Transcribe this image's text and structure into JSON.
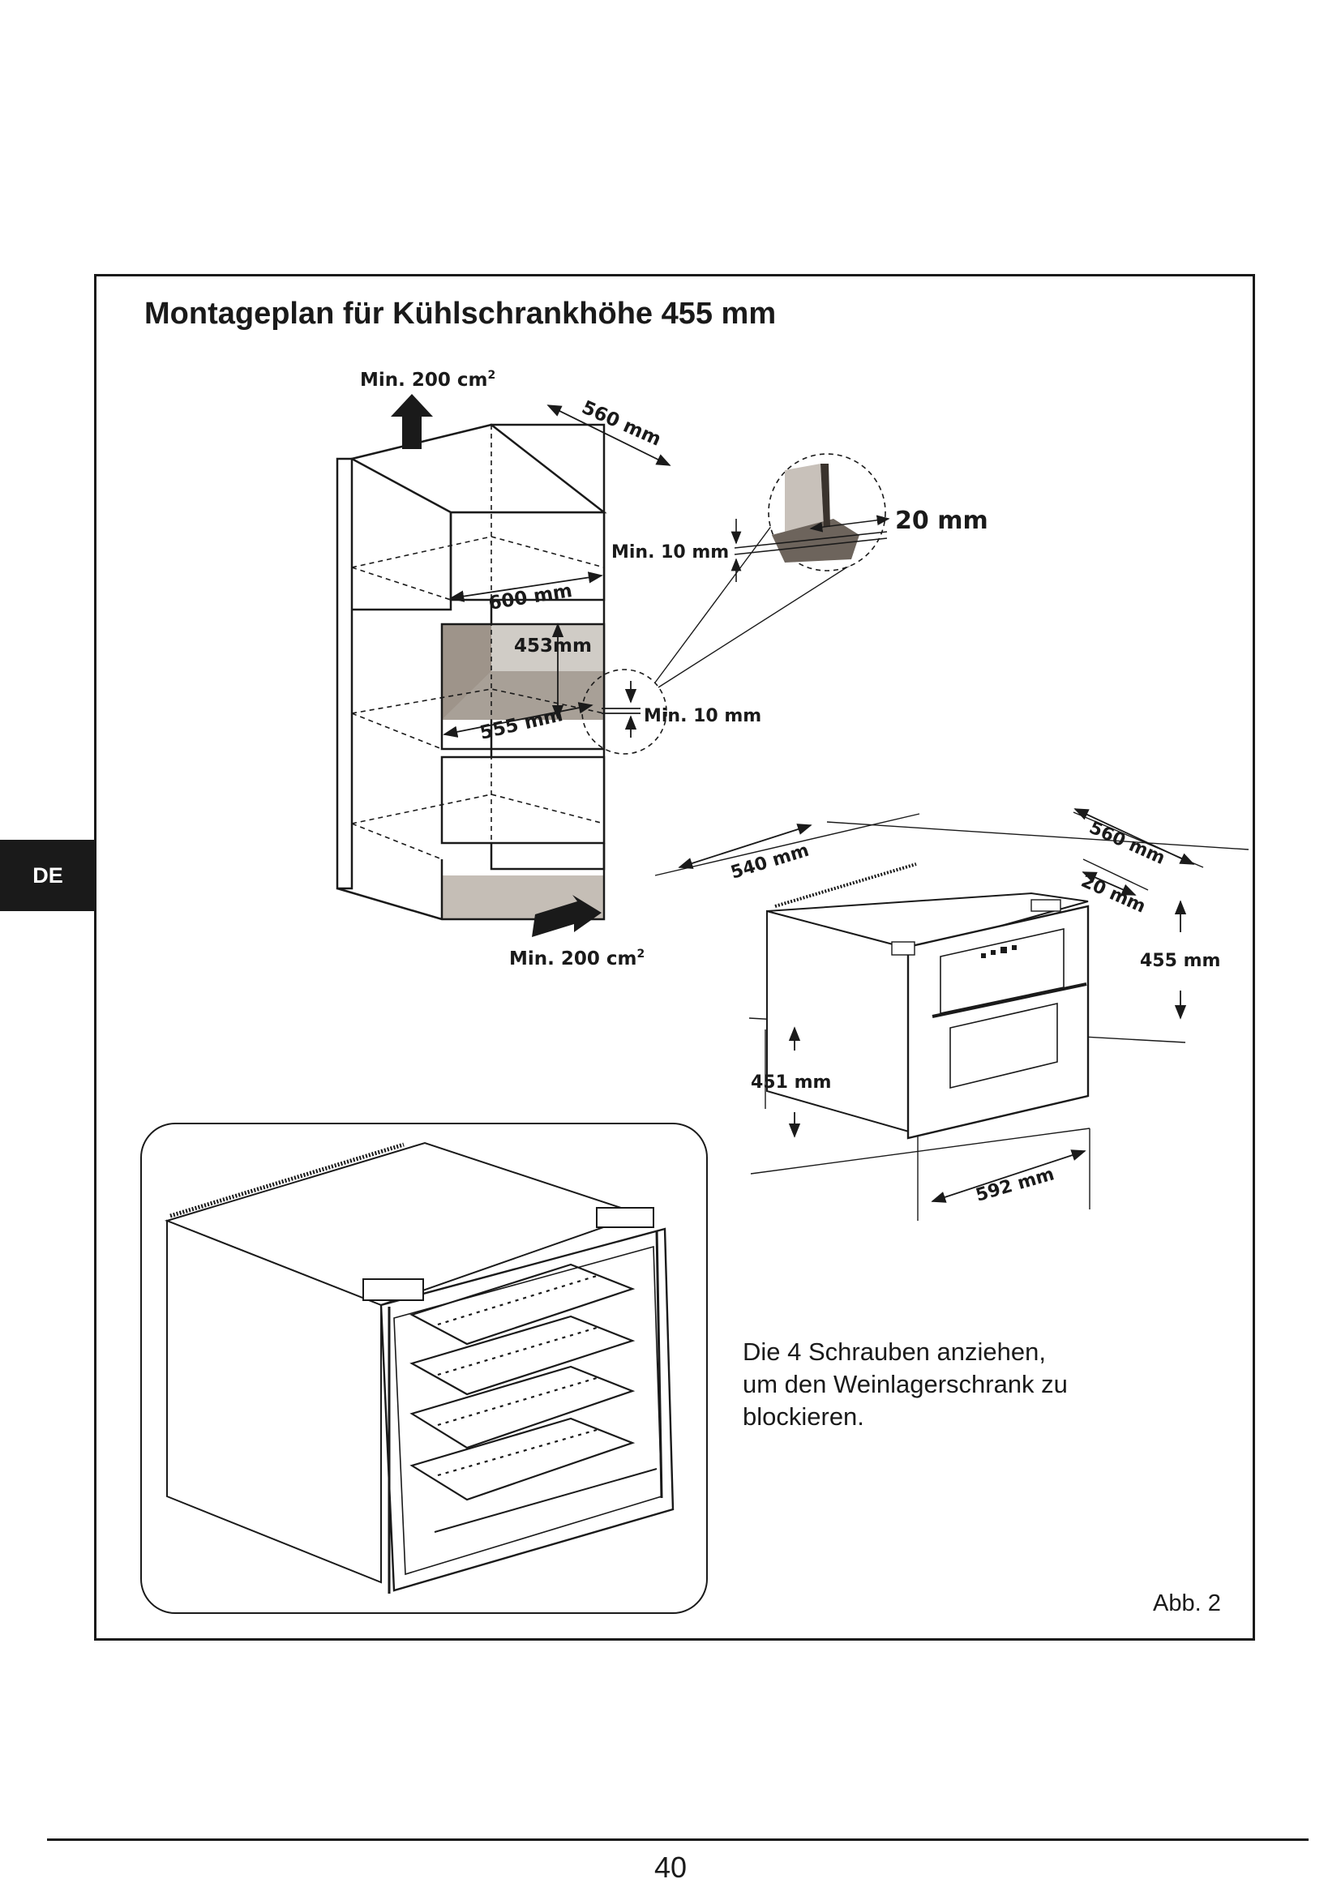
{
  "page": {
    "title": "Montageplan für Kühlschrankhöhe 455 mm",
    "language_tab": "DE",
    "figure_label": "Abb. 2",
    "page_number": "40"
  },
  "diagram": {
    "vent_top": "Min. 200 cm",
    "vent_bottom": "Min. 200 cm",
    "vent_superscript": "2",
    "niche_depth": "560 mm",
    "niche_width": "600 mm",
    "niche_height": "453mm",
    "niche_inner_width": "555 mm",
    "gap_top": "Min. 10 mm",
    "gap_bottom": "Min. 10 mm",
    "detail_thickness": "20 mm",
    "appliance_depth": "540 mm",
    "appliance_total_depth": "560 mm",
    "front_thickness": "20 mm",
    "appliance_height": "455 mm",
    "body_height": "451 mm",
    "appliance_width": "592 mm"
  },
  "instruction": {
    "lines": [
      "Die 4 Schrauben anziehen,",
      "um den Weinlagerschrank zu",
      "blockieren."
    ]
  }
}
